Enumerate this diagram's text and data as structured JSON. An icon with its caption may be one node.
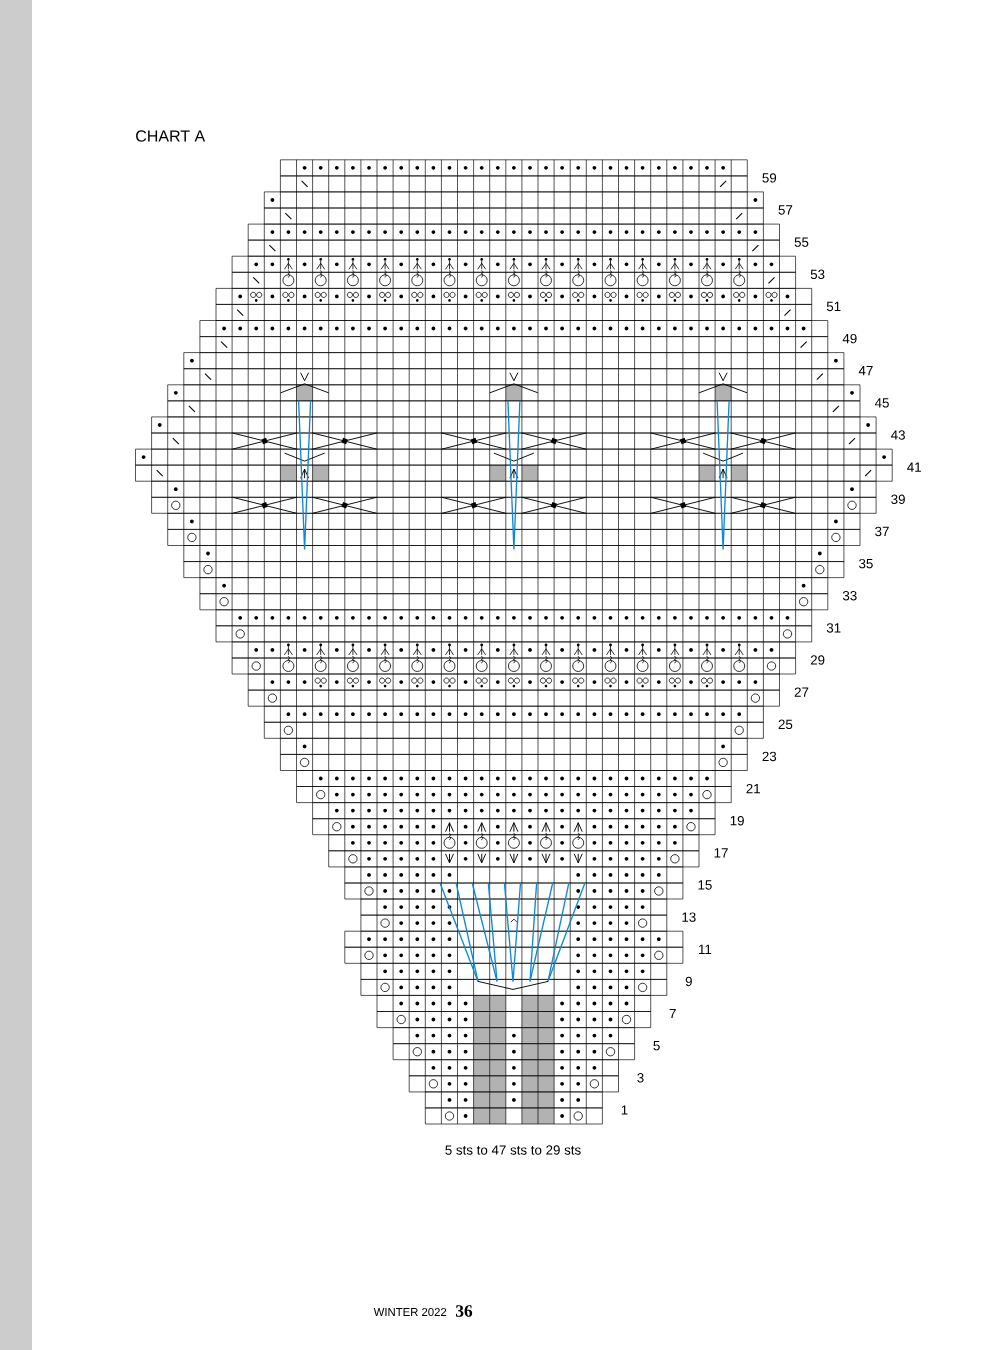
{
  "diagram": {
    "title": "CHART A",
    "caption": "5 sts to 47 sts to 29 sts",
    "labels": [
      "59",
      "57",
      "55",
      "53",
      "51",
      "49",
      "47",
      "45",
      "43",
      "41",
      "39",
      "37",
      "35",
      "33",
      "31",
      "29",
      "27",
      "25",
      "23",
      "21",
      "19",
      "17",
      "15",
      "13",
      "11",
      "9",
      "7",
      "5",
      "3",
      "1",
      "WINTER 2022",
      "36"
    ]
  }
}
